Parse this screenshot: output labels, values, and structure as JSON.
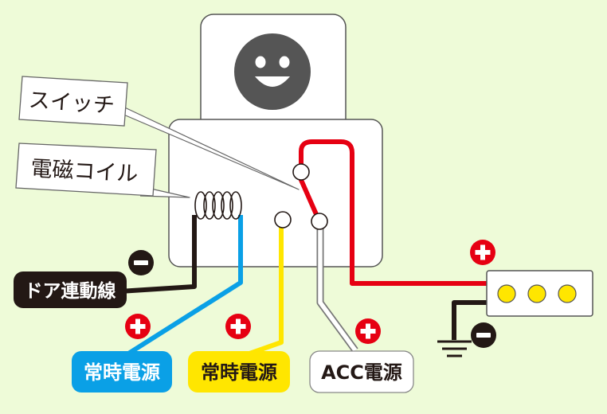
{
  "labels": {
    "switch": "スイッチ",
    "coil": "電磁コイル",
    "door_wire": "ドア連動線",
    "const_power_blue": "常時電源",
    "const_power_yellow": "常時電源",
    "acc_power": "ACC電源"
  },
  "colors": {
    "background": "#eefbd8",
    "red_wire": "#e60012",
    "blue_wire": "#0aa0e6",
    "yellow_wire": "#ffe600",
    "black_wire": "#231815",
    "white_wire": "#ffffff",
    "plus_badge": "#e60012",
    "minus_badge": "#231815"
  },
  "icons": {
    "plus": "plus-circle-icon",
    "minus": "minus-circle-icon",
    "ground": "ground-icon",
    "face": "smiley-face-icon"
  }
}
